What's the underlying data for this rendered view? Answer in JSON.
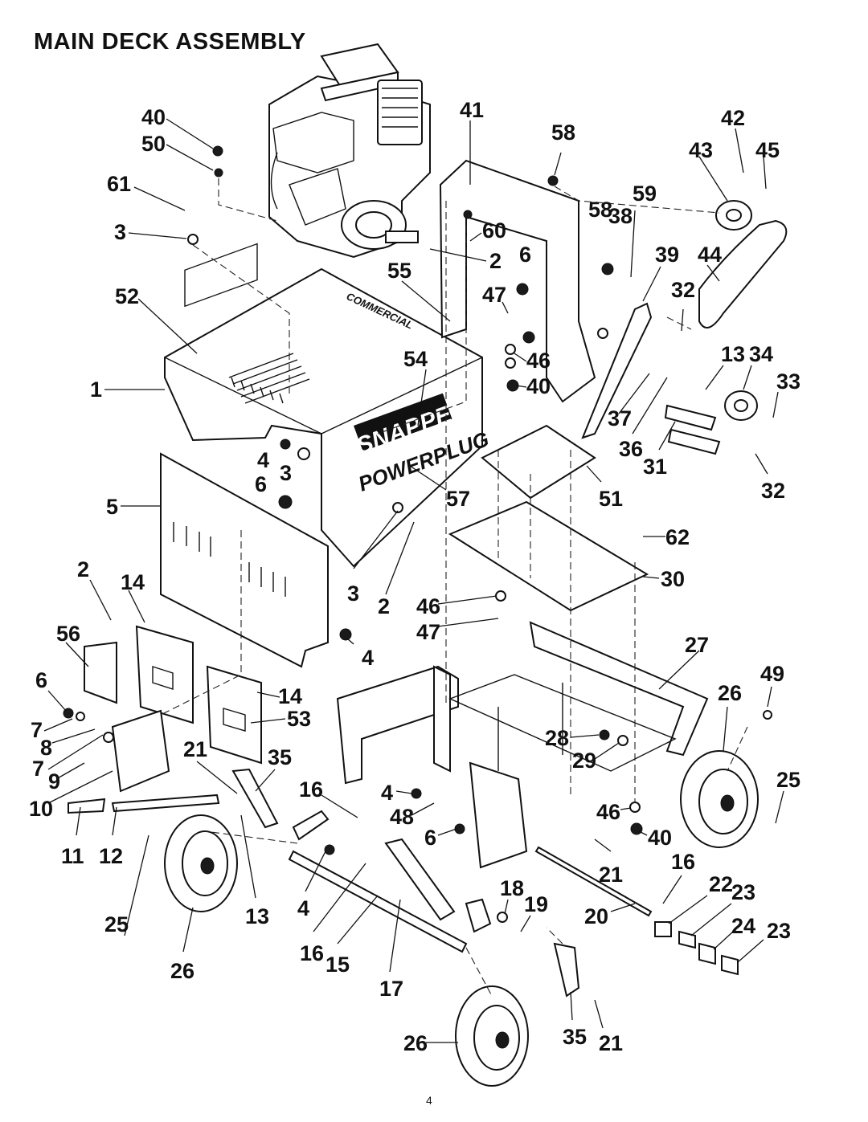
{
  "title": "MAIN DECK ASSEMBLY",
  "page_number": "4",
  "decal_text": {
    "commercial": "COMMERCIAL",
    "brand": "SNAPPER",
    "product": "POWERPLUG"
  },
  "callouts": [
    "40",
    "50",
    "61",
    "3",
    "52",
    "1",
    "55",
    "54",
    "41",
    "58",
    "60",
    "2",
    "6",
    "47",
    "46",
    "40",
    "42",
    "43",
    "45",
    "58",
    "38",
    "59",
    "39",
    "44",
    "32",
    "13",
    "34",
    "33",
    "37",
    "36",
    "31",
    "32",
    "4",
    "3",
    "6",
    "5",
    "57",
    "51",
    "62",
    "30",
    "2",
    "14",
    "56",
    "6",
    "7",
    "8",
    "7",
    "9",
    "10",
    "11",
    "12",
    "21",
    "35",
    "14",
    "53",
    "3",
    "2",
    "46",
    "47",
    "4",
    "27",
    "49",
    "26",
    "28",
    "29",
    "25",
    "16",
    "4",
    "48",
    "6",
    "46",
    "40",
    "21",
    "16",
    "25",
    "13",
    "4",
    "16",
    "15",
    "17",
    "26",
    "18",
    "19",
    "20",
    "22",
    "23",
    "24",
    "23",
    "26",
    "35",
    "21"
  ]
}
